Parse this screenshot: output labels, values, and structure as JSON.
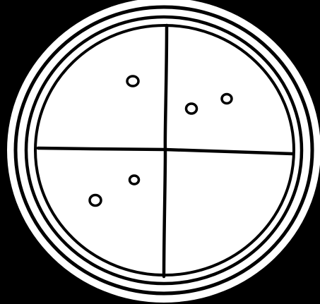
{
  "diagram": {
    "colors": {
      "background": "#000000",
      "paper": "#ffffff",
      "ink": "#000000"
    },
    "quadrants": [
      {
        "name": "top-left",
        "spot_count": 1
      },
      {
        "name": "top-right",
        "spot_count": 2
      },
      {
        "name": "bottom-left",
        "spot_count": 2
      },
      {
        "name": "bottom-right",
        "spot_count": 0
      }
    ],
    "icons": {
      "dish": "petri-dish-icon",
      "spot": "colony-spot-icon"
    }
  }
}
